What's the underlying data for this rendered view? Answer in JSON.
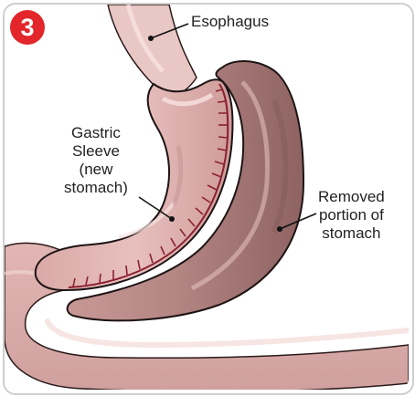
{
  "step": {
    "number": "3",
    "badge_color": "#e3262b"
  },
  "labels": {
    "esophagus": "Esophagus",
    "gastric_sleeve": [
      "Gastric",
      "Sleeve",
      "(new",
      "stomach)"
    ],
    "removed_portion": [
      "Removed",
      "portion of",
      "stomach"
    ]
  },
  "colors": {
    "tissue_light": "#e3b5b3",
    "tissue_mid": "#cf9c9a",
    "tissue_dark": "#b48684",
    "removed_dark": "#9a6e6d",
    "staples": "#8a2030",
    "outline": "#1e1414"
  }
}
